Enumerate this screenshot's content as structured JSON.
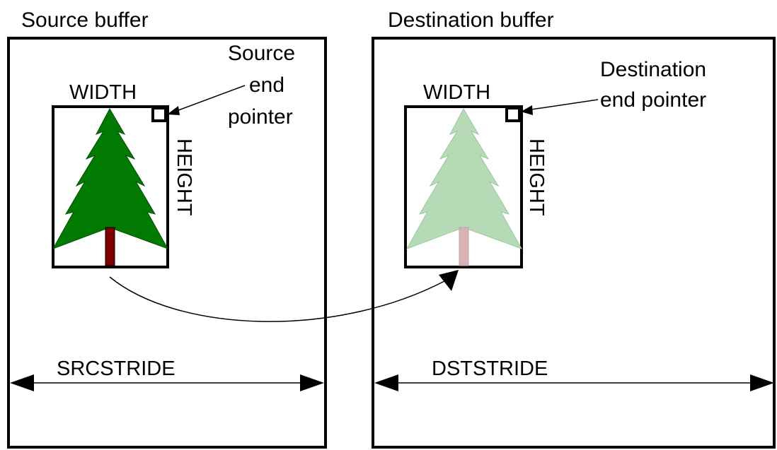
{
  "source": {
    "title": "Source buffer",
    "width_label": "WIDTH",
    "height_label": "HEIGHT",
    "stride_label": "SRCSTRIDE",
    "end_pointer_lines": [
      "Source",
      "end",
      "pointer"
    ]
  },
  "destination": {
    "title": "Destination buffer",
    "width_label": "WIDTH",
    "height_label": "HEIGHT",
    "stride_label": "DSTSTRIDE",
    "end_pointer_lines": [
      "Destination",
      "end pointer"
    ]
  },
  "colors": {
    "tree_source": "#007a00",
    "trunk_source": "#800000",
    "tree_destination": "#b5dab5",
    "trunk_destination": "#d9b3b3",
    "outline": "#000000"
  }
}
